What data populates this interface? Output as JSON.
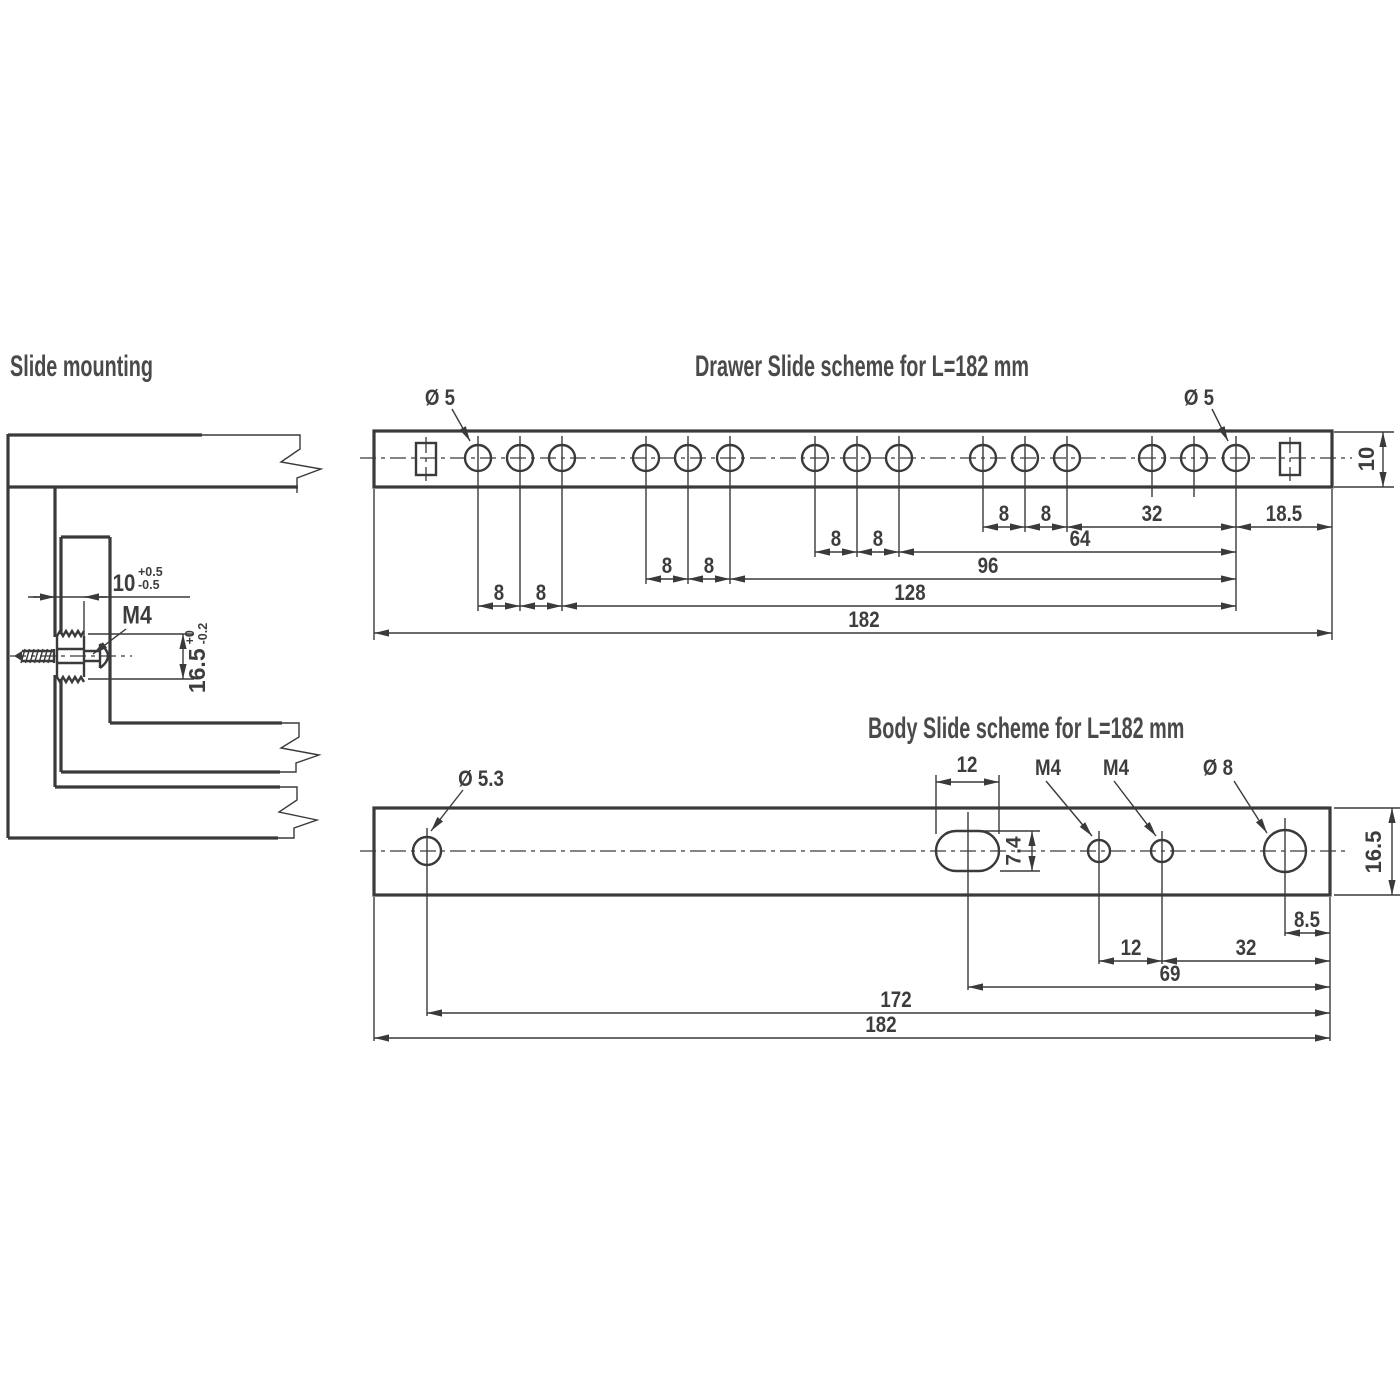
{
  "drawing": {
    "stroke_color": "#3a3a3c",
    "title_color": "#4a4a4c",
    "mounting": {
      "title": "Slide mounting",
      "gap_value": "10",
      "gap_tol_plus": "+0.5",
      "gap_tol_minus": "-0.5",
      "screw_thread_label": "M4",
      "offset_value": "16.5",
      "offset_tol_plus": "+0",
      "offset_tol_minus": "-0.2"
    },
    "drawer_slide": {
      "title": "Drawer Slide scheme for L=182 mm",
      "hole_dia_left": "Ø 5",
      "hole_dia_right": "Ø 5",
      "thickness": "10",
      "row1_pitch_a": "8",
      "row1_pitch_b": "8",
      "row1_group_span": "32",
      "row1_end_offset": "18.5",
      "row2_pitch_a": "8",
      "row2_pitch_b": "8",
      "row2_span": "64",
      "row3_pitch_a": "8",
      "row3_pitch_b": "8",
      "row3_span": "96",
      "row4_pitch_a": "8",
      "row4_pitch_b": "8",
      "row4_span": "128",
      "total_length": "182"
    },
    "body_slide": {
      "title": "Body Slide scheme for L=182 mm",
      "hole_dia_small": "Ø 5.3",
      "slot_width": "12",
      "slot_height": "7.4",
      "m4_label_first": "M4",
      "m4_label_second": "M4",
      "hole_dia_large": "Ø 8",
      "bar_height": "16.5",
      "large_hole_end_offset": "8.5",
      "m4_pitch": "12",
      "m4_to_end": "32",
      "slot_to_end": "69",
      "small_hole_to_end": "172",
      "total_length": "182"
    }
  }
}
